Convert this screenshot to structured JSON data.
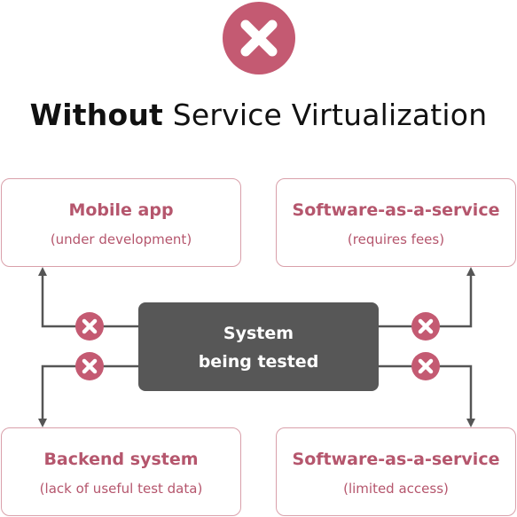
{
  "colors": {
    "accent": "#c45a72",
    "box_border": "#d9a0aa",
    "box_text": "#b5566d",
    "center_fill": "#575757",
    "connector": "#555555"
  },
  "header": {
    "icon": "close-circle-icon",
    "title_bold": "Without",
    "title_rest": "Service Virtualization"
  },
  "center": {
    "line1": "System",
    "line2": "being tested"
  },
  "nodes": [
    {
      "name": "Mobile app",
      "sub": "(under development)"
    },
    {
      "name": "Software-as-a-service",
      "sub": "(requires fees)"
    },
    {
      "name": "Backend system",
      "sub": "(lack of useful test data)"
    },
    {
      "name": "Software-as-a-service",
      "sub": "(limited access)"
    }
  ],
  "connector_icon": "blocked-x-icon"
}
